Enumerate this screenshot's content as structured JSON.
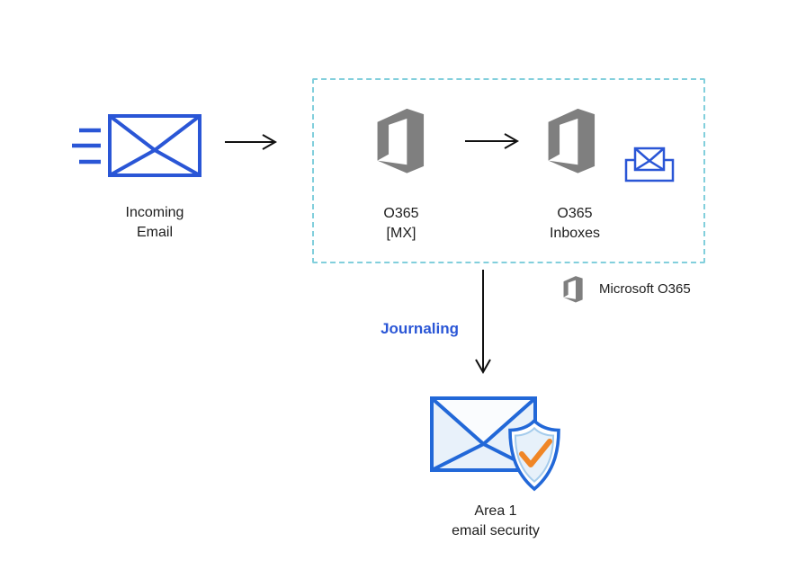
{
  "colors": {
    "flow_blue": "#2A56D6",
    "area1_blue": "#2268D8",
    "boundary_dash": "#82CFDC",
    "o365_gray": "#7F7F7F",
    "check_orange": "#F08626",
    "pale_fill": "#E8F1FA",
    "flap_fill": "#FAFCFE",
    "inner_shield_fill": "#E7F1FA",
    "inner_shield_stroke": "#A5CCEC",
    "text_dark": "#1D1D1D",
    "arrow_black": "#111111"
  },
  "nodes": {
    "incoming_email": {
      "line1": "Incoming",
      "line2": "Email"
    },
    "o365_mx": {
      "line1": "O365",
      "line2": "[MX]"
    },
    "o365_inboxes": {
      "line1": "O365",
      "line2": "Inboxes"
    },
    "area1": {
      "line1": "Area 1",
      "line2": "email security"
    }
  },
  "annotations": {
    "journaling_label": "Journaling",
    "legend_label": "Microsoft O365"
  },
  "icons": {
    "incoming": "envelope-speed-lines-icon",
    "o365": "office-365-logo-icon",
    "inbox": "inbox-tray-envelope-icon",
    "area1": "envelope-shield-check-icon"
  }
}
